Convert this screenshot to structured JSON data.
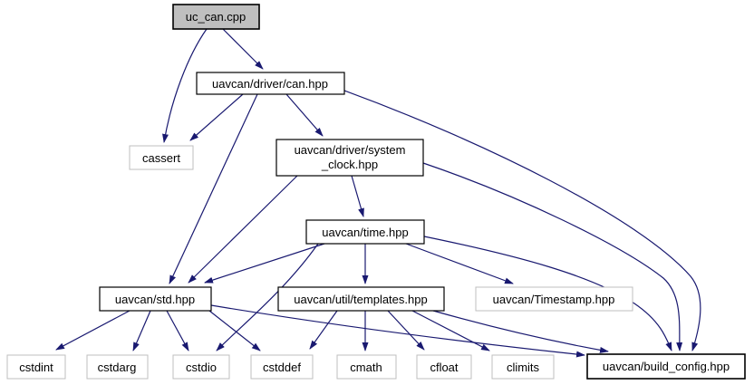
{
  "diagram": {
    "type": "include-dependency-graph",
    "root_file": "uc_can.cpp",
    "colors": {
      "edge": "#191970",
      "documented_border": "#000000",
      "external_border": "#bfbfbf",
      "root_fill": "#bfbfbf",
      "node_fill": "#ffffff",
      "background": "#ffffff",
      "text": "#000000"
    },
    "nodes": [
      {
        "id": "uc_can.cpp",
        "label": "uc_can.cpp",
        "kind": "root"
      },
      {
        "id": "uavcan/driver/can.hpp",
        "label": "uavcan/driver/can.hpp",
        "kind": "documented"
      },
      {
        "id": "cassert",
        "label": "cassert",
        "kind": "external"
      },
      {
        "id": "uavcan/driver/system_clock.hpp",
        "label": "uavcan/driver/system_clock.hpp",
        "label_line1": "uavcan/driver/system",
        "label_line2": "_clock.hpp",
        "kind": "documented"
      },
      {
        "id": "uavcan/time.hpp",
        "label": "uavcan/time.hpp",
        "kind": "documented"
      },
      {
        "id": "uavcan/std.hpp",
        "label": "uavcan/std.hpp",
        "kind": "documented"
      },
      {
        "id": "uavcan/util/templates.hpp",
        "label": "uavcan/util/templates.hpp",
        "kind": "documented"
      },
      {
        "id": "uavcan/Timestamp.hpp",
        "label": "uavcan/Timestamp.hpp",
        "kind": "external"
      },
      {
        "id": "cstdint",
        "label": "cstdint",
        "kind": "external"
      },
      {
        "id": "cstdarg",
        "label": "cstdarg",
        "kind": "external"
      },
      {
        "id": "cstdio",
        "label": "cstdio",
        "kind": "external"
      },
      {
        "id": "cstddef",
        "label": "cstddef",
        "kind": "external"
      },
      {
        "id": "cmath",
        "label": "cmath",
        "kind": "external"
      },
      {
        "id": "cfloat",
        "label": "cfloat",
        "kind": "external"
      },
      {
        "id": "climits",
        "label": "climits",
        "kind": "external"
      },
      {
        "id": "uavcan/build_config.hpp",
        "label": "uavcan/build_config.hpp",
        "kind": "documented"
      }
    ],
    "edges": [
      {
        "from": "uc_can.cpp",
        "to": "uavcan/driver/can.hpp"
      },
      {
        "from": "uc_can.cpp",
        "to": "cassert"
      },
      {
        "from": "uavcan/driver/can.hpp",
        "to": "cassert"
      },
      {
        "from": "uavcan/driver/can.hpp",
        "to": "uavcan/driver/system_clock.hpp"
      },
      {
        "from": "uavcan/driver/can.hpp",
        "to": "uavcan/std.hpp"
      },
      {
        "from": "uavcan/driver/can.hpp",
        "to": "uavcan/build_config.hpp"
      },
      {
        "from": "uavcan/driver/system_clock.hpp",
        "to": "uavcan/time.hpp"
      },
      {
        "from": "uavcan/driver/system_clock.hpp",
        "to": "uavcan/std.hpp"
      },
      {
        "from": "uavcan/driver/system_clock.hpp",
        "to": "uavcan/build_config.hpp"
      },
      {
        "from": "uavcan/time.hpp",
        "to": "uavcan/std.hpp"
      },
      {
        "from": "uavcan/time.hpp",
        "to": "uavcan/util/templates.hpp"
      },
      {
        "from": "uavcan/time.hpp",
        "to": "uavcan/Timestamp.hpp"
      },
      {
        "from": "uavcan/time.hpp",
        "to": "cstdio"
      },
      {
        "from": "uavcan/time.hpp",
        "to": "uavcan/build_config.hpp"
      },
      {
        "from": "uavcan/std.hpp",
        "to": "cstdint"
      },
      {
        "from": "uavcan/std.hpp",
        "to": "cstdarg"
      },
      {
        "from": "uavcan/std.hpp",
        "to": "cstdio"
      },
      {
        "from": "uavcan/std.hpp",
        "to": "cstddef"
      },
      {
        "from": "uavcan/std.hpp",
        "to": "uavcan/build_config.hpp"
      },
      {
        "from": "uavcan/util/templates.hpp",
        "to": "cstddef"
      },
      {
        "from": "uavcan/util/templates.hpp",
        "to": "cmath"
      },
      {
        "from": "uavcan/util/templates.hpp",
        "to": "cfloat"
      },
      {
        "from": "uavcan/util/templates.hpp",
        "to": "climits"
      },
      {
        "from": "uavcan/util/templates.hpp",
        "to": "uavcan/build_config.hpp"
      }
    ]
  }
}
